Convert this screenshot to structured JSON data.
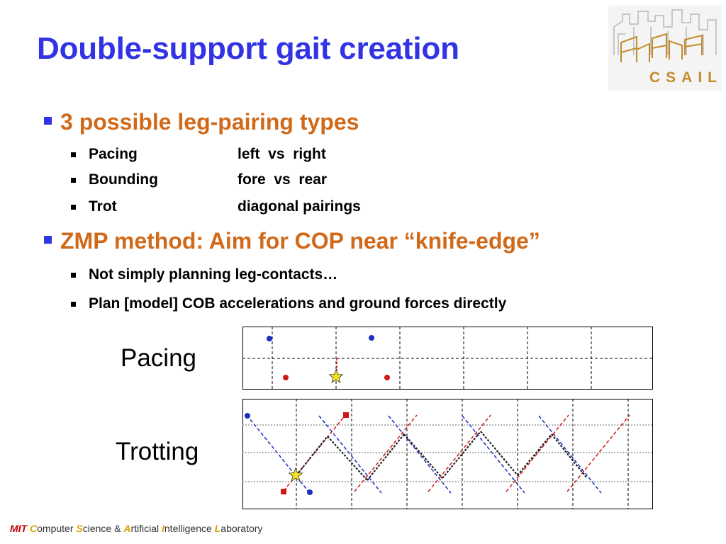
{
  "slide": {
    "title": "Double-support gait creation",
    "logo_text": "CSAIL"
  },
  "bullets": [
    {
      "text": "3 possible leg-pairing types",
      "sub": [
        {
          "name": "Pacing",
          "desc": "left  vs  right"
        },
        {
          "name": "Bounding",
          "desc": "fore  vs  rear"
        },
        {
          "name": "Trot",
          "desc": "diagonal pairings"
        }
      ]
    },
    {
      "text": "ZMP method: Aim for COP near “knife-edge”",
      "sub": [
        {
          "text": "Not simply planning leg-contacts…"
        },
        {
          "text": "Plan [model] COB accelerations and ground forces directly"
        }
      ]
    }
  ],
  "figures": {
    "pacing_label": "Pacing",
    "trotting_label": "Trotting"
  },
  "footer": {
    "mit": "MIT ",
    "c": "C",
    "c_rest": "omputer ",
    "s": "S",
    "s_rest": "cience & ",
    "a": "A",
    "a_rest": "rtificial ",
    "i": "I",
    "i_rest": "ntelligence ",
    "l": "L",
    "l_rest": "aboratory"
  },
  "colors": {
    "title": "#3333e6",
    "bullet_l1": "#d06a1a",
    "marker_blue": "#1a2fc0",
    "marker_red": "#d01818",
    "star": "#f0e020"
  }
}
